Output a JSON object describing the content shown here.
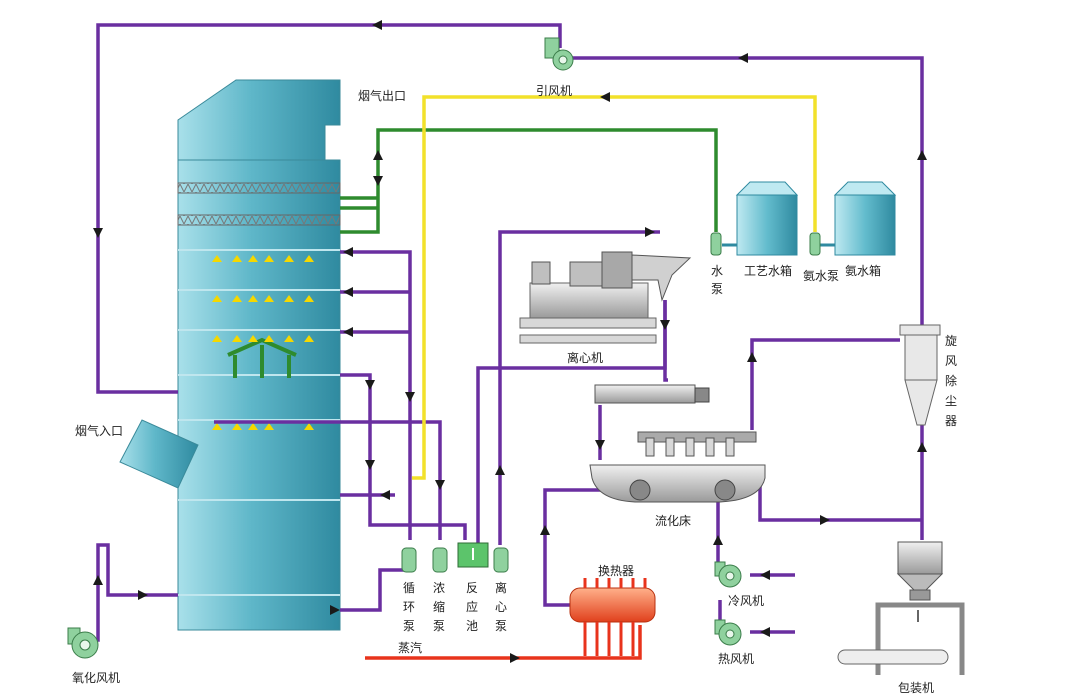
{
  "labels": {
    "flue_gas_outlet": "烟气出口",
    "flue_gas_inlet": "烟气入口",
    "induced_fan": "引风机",
    "water_pump": [
      "水",
      "泵"
    ],
    "process_water_tank": "工艺水箱",
    "ammonia_pump": "氨水泵",
    "ammonia_tank": "氨水箱",
    "cyclone": [
      "旋",
      "风",
      "除",
      "尘",
      "器"
    ],
    "centrifuge": "离心机",
    "fluid_bed": "流化床",
    "circulation_pump": [
      "循",
      "环",
      "泵"
    ],
    "concentration_pump": [
      "浓",
      "缩",
      "泵"
    ],
    "reaction_tank": [
      "反",
      "应",
      "池"
    ],
    "centrifugal_pump": [
      "离",
      "心",
      "泵"
    ],
    "heat_exchanger": "换热器",
    "steam": "蒸汽",
    "cold_fan": "冷风机",
    "hot_fan": "热风机",
    "oxidation_fan": "氧化风机",
    "packing_machine": "包装机"
  },
  "colors": {
    "purple_line": "#6a2fa0",
    "green_line": "#2e8b2e",
    "yellow_line": "#f2e12a",
    "red_line": "#e8331c",
    "tower": "#7fcfdc",
    "equipment_gray": "#cfcfcf",
    "pump_green": "#8fd19e",
    "nozzle": "#f5d800"
  }
}
